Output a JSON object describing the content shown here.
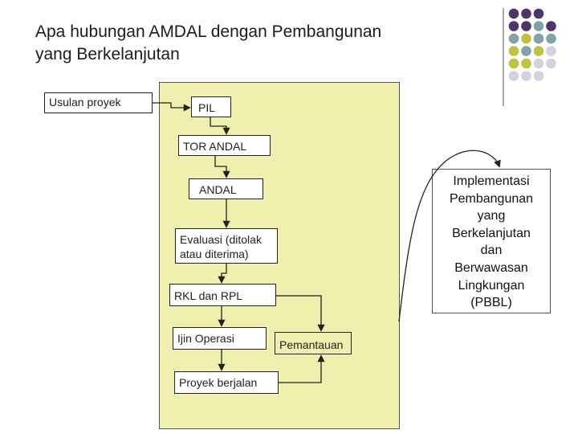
{
  "title": {
    "line1": "Apa hubungan AMDAL dengan Pembangunan",
    "line2": "yang Berkelanjutan"
  },
  "flow": {
    "usulan": "Usulan proyek",
    "pil": "PIL",
    "tor": "TOR ANDAL",
    "andal": "ANDAL",
    "evaluasi_1": "Evaluasi (ditolak",
    "evaluasi_2": "atau diterima)",
    "rkl": "RKL dan RPL",
    "ijin": "Ijin Operasi",
    "pemantauan": "Pemantauan",
    "proyek": "Proyek berjalan"
  },
  "implementasi": {
    "lines": [
      "Implementasi",
      "Pembangunan",
      "yang",
      "Berkelanjutan",
      "dan",
      "Berwawasan",
      "Lingkungan",
      "(PBBL)"
    ]
  },
  "colors": {
    "purple": "#4e3567",
    "teal": "#81a2a6",
    "olive": "#c1c23d",
    "light": "#d3d2e0",
    "panel": "#efefae"
  }
}
